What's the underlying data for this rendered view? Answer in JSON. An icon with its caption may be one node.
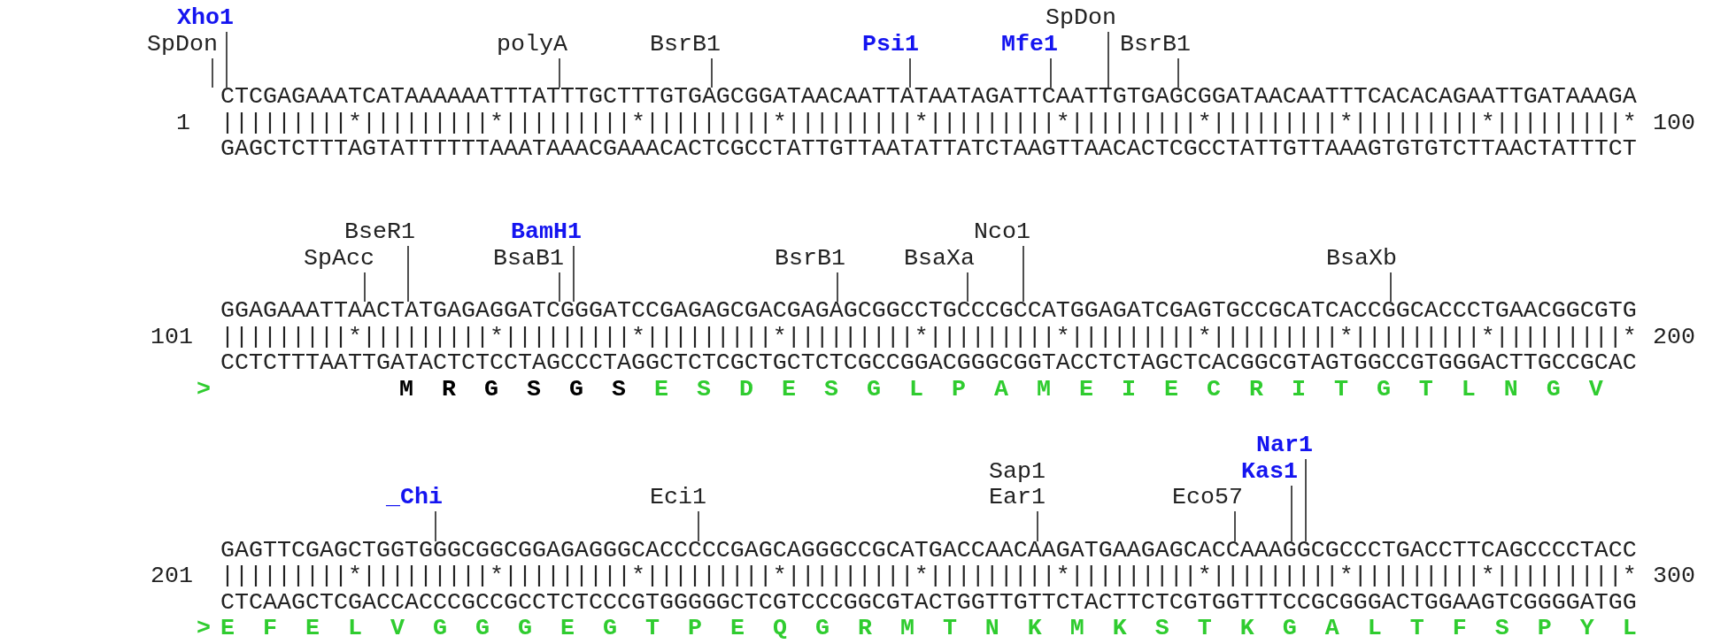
{
  "diagram": {
    "nodes": [
      {
        "text": [
          "Xho1"
        ]
      },
      {
        "text": [
          "SpDon"
        ]
      },
      {
        "text": [
          "SpDon"
        ]
      },
      {
        "text": [
          "polyA"
        ]
      },
      {
        "text": [
          "BsrB1"
        ]
      },
      {
        "text": [
          "Psi1"
        ]
      },
      {
        "text": [
          "Mfe1"
        ]
      },
      {
        "text": [
          "BsrB1"
        ]
      },
      {
        "text": [
          "CTCGAGAAATCATAAAAAATTTATTTGCTTTGTGAGCGGATAACAATTATAATAGATTCAATTGTGAGCGGATAACAATTTCACACAGAATTGATAAAGA"
        ]
      },
      {
        "text": [
          "BseR1"
        ]
      },
      {
        "text": [
          "BamH1"
        ]
      },
      {
        "text": [
          "Nco1"
        ]
      },
      {
        "text": [
          "SpAcc"
        ]
      },
      {
        "text": [
          "BsaB1"
        ]
      },
      {
        "text": [
          "BsrB1"
        ]
      },
      {
        "text": [
          "BsaXa"
        ]
      },
      {
        "text": [
          "BsaXb"
        ]
      },
      {
        "text": [
          "GGAGAAATTAACTATGAGAGGATCGGGATCCGAGAGCGACGAGAGCGGCCTGCCCGCCATGGAGATCGAGTGCCGCATCACCGGCACCCTGAACGGCGTG"
        ]
      },
      {
        "text": [
          "Nar1"
        ]
      },
      {
        "text": [
          "Sap1",
          "Ear1"
        ]
      },
      {
        "text": [
          "Kas1"
        ]
      },
      {
        "text": [
          "_Chi"
        ]
      },
      {
        "text": [
          "Eci1"
        ]
      },
      {
        "text": [
          "Eco57"
        ]
      },
      {
        "text": [
          "GAGTTCGAGCTGGTGGGCGGCGGAGAGGGCACCCCCGAGCAGGGCCGCATGACCAACAAGATGAAGAGCACCAAAGGCGCCCTGACCTTCAGCCCCTACC"
        ]
      }
    ],
    "edges": [
      {
        "from": 0,
        "to": 8,
        "arrow": "none"
      },
      {
        "from": 1,
        "to": 8,
        "arrow": "none"
      },
      {
        "from": 2,
        "to": 8,
        "arrow": "none"
      },
      {
        "from": 3,
        "to": 8,
        "arrow": "none"
      },
      {
        "from": 4,
        "to": 8,
        "arrow": "none"
      },
      {
        "from": 5,
        "to": 8,
        "arrow": "none"
      },
      {
        "from": 6,
        "to": 8,
        "arrow": "none"
      },
      {
        "from": 7,
        "to": 8,
        "arrow": "none"
      },
      {
        "from": 9,
        "to": 17,
        "arrow": "none"
      },
      {
        "from": 10,
        "to": 17,
        "arrow": "none"
      },
      {
        "from": 11,
        "to": 17,
        "arrow": "none"
      },
      {
        "from": 12,
        "to": 17,
        "arrow": "none"
      },
      {
        "from": 13,
        "to": 17,
        "arrow": "none"
      },
      {
        "from": 14,
        "to": 17,
        "arrow": "none"
      },
      {
        "from": 15,
        "to": 17,
        "arrow": "none"
      },
      {
        "from": 16,
        "to": 17,
        "arrow": "none"
      },
      {
        "from": 18,
        "to": 24,
        "arrow": "none"
      },
      {
        "from": 19,
        "to": 24,
        "arrow": "none"
      },
      {
        "from": 20,
        "to": 24,
        "arrow": "none"
      },
      {
        "from": 21,
        "to": 24,
        "arrow": "none"
      },
      {
        "from": 22,
        "to": 24,
        "arrow": "none"
      },
      {
        "from": 23,
        "to": 24,
        "arrow": "none"
      }
    ],
    "labels": [
      "1",
      "|||||||||*|||||||||*|||||||||*|||||||||*|||||||||*|||||||||*|||||||||*|||||||||*|||||||||*|||||||||*",
      "100",
      "GAGCTCTTTAGTATTTTTTAAATAAACGAAACACTCGCCTATTGTTAATATTATCTAAGTTAACACTCGCCTATTGTTAAAGTGTGTCTTAACTATTTCT",
      "101",
      "|||||||||*|||||||||*|||||||||*|||||||||*|||||||||*|||||||||*|||||||||*|||||||||*|||||||||*|||||||||*",
      "200",
      "CCTCTTTAATTGATACTCTCCTAGCCCTAGGCTCTCGCTGCTCTCGCCGGACGGGCGGTACCTCTAGCTCACGGCGTAGTGGCCGTGGGACTTGCCGCAC",
      ">",
      "M R G S G S",
      "E S D E S G L P A M E I E C R I T G T L N G V",
      "201",
      "|||||||||*|||||||||*|||||||||*|||||||||*|||||||||*|||||||||*|||||||||*|||||||||*|||||||||*|||||||||*",
      "300",
      "CTCAAGCTCGACCACCCGCCGCCTCTCCCGTGGGGGCTCGTCCCGGCGTACTGGTTGTTCTACTTCTCGTGGTTTCCGCGGGACTGGAAGTCGGGGATGG",
      ">",
      "E F E L V G G G E G T P E Q G R M T N K M K S T K G A L T F S P Y L"
    ]
  }
}
